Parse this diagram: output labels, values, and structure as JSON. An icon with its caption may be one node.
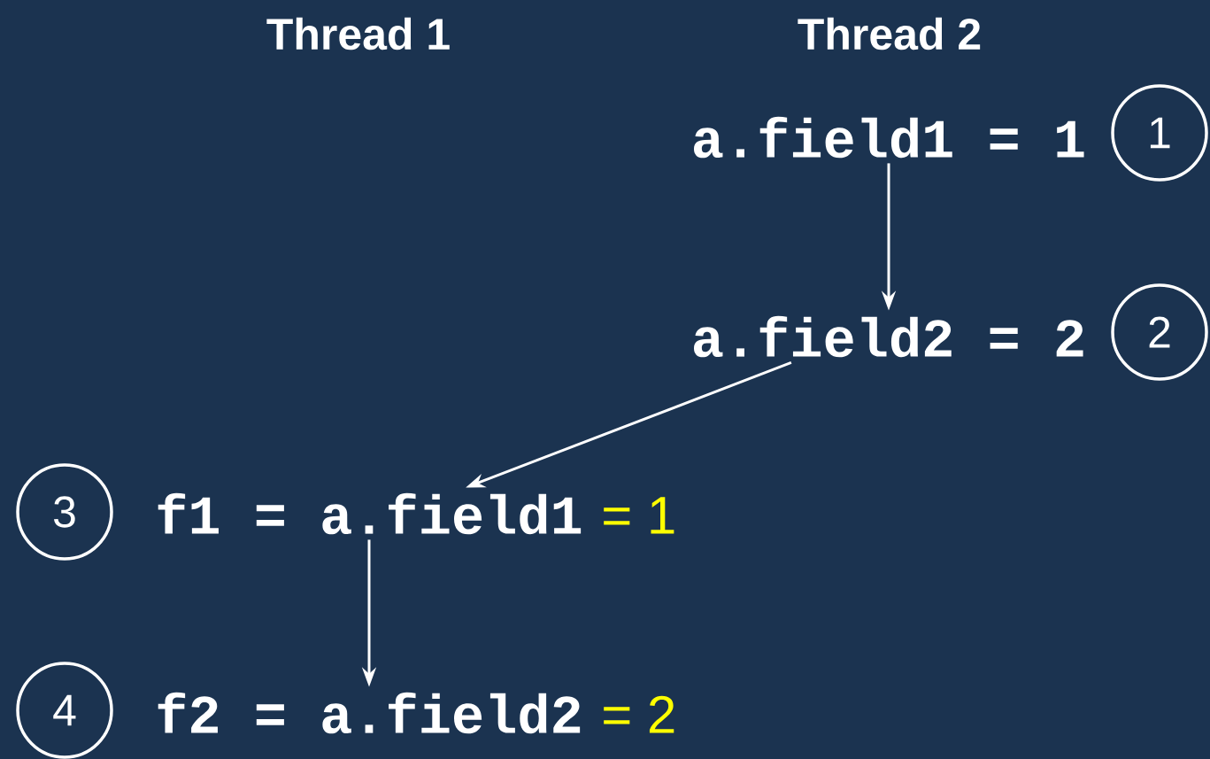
{
  "diagram": {
    "nodes": [
      {
        "text": [
          "a.field1 = 1"
        ]
      },
      {
        "text": [
          "1"
        ]
      },
      {
        "text": [
          "a.field2 = 2"
        ]
      },
      {
        "text": [
          "2"
        ]
      },
      {
        "text": [
          "3"
        ]
      },
      {
        "text": [
          "f1 = a.field1"
        ],
        "beside": [
          "= 1"
        ]
      },
      {
        "text": [
          "4"
        ]
      },
      {
        "text": [
          "f2 = a.field2"
        ],
        "beside": [
          "= 2"
        ]
      }
    ],
    "edges": [
      {
        "from": 0,
        "to": 2,
        "arrow": "to"
      },
      {
        "from": 2,
        "to": 5,
        "arrow": "to"
      },
      {
        "from": 5,
        "to": 7,
        "arrow": "to"
      }
    ],
    "labels": [
      "Thread 1",
      "Thread 2"
    ]
  }
}
